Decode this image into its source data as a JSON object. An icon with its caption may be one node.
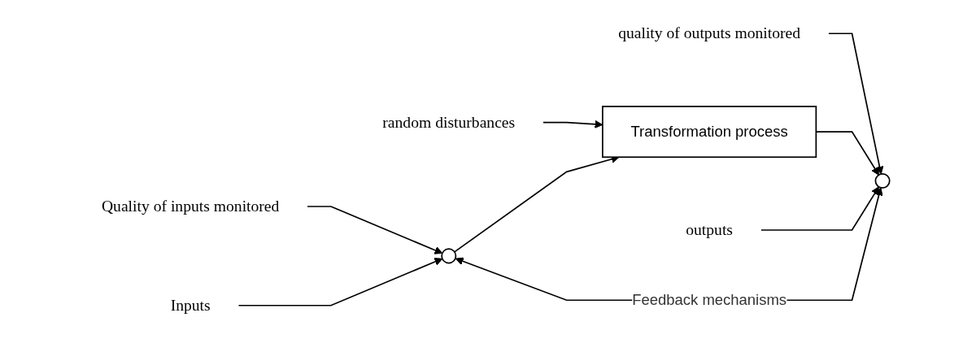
{
  "diagram": {
    "nodes": [
      {
        "text": [
          "Quality of inputs monitored"
        ]
      },
      {
        "text": [
          "random disturbances"
        ]
      },
      {
        "text": [
          "quality of outputs monitored"
        ]
      },
      {
        "text": [
          "Inputs"
        ]
      },
      {
        "text": [],
        "shape": "circle"
      },
      {
        "text": [
          "Transformation process"
        ]
      },
      {
        "text": [],
        "shape": "circle"
      },
      {
        "text": [
          "outputs"
        ]
      }
    ],
    "edges": [
      {
        "from": 0,
        "to": 4,
        "arrow": "to"
      },
      {
        "from": 1,
        "to": 5,
        "arrow": "to"
      },
      {
        "from": 2,
        "to": 6,
        "arrow": "to"
      },
      {
        "from": 3,
        "to": 4,
        "arrow": "to"
      },
      {
        "from": 4,
        "to": 5,
        "arrow": "to"
      },
      {
        "from": 5,
        "to": 6,
        "arrow": "to"
      },
      {
        "from": 7,
        "to": 6,
        "arrow": "to"
      },
      {
        "from": 4,
        "to": 6,
        "arrow": "both",
        "label": "Feedback mechanisms"
      }
    ]
  }
}
